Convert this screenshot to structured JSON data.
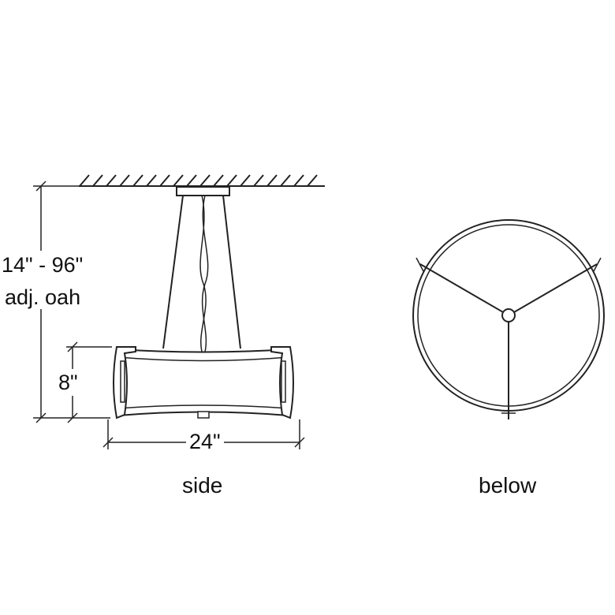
{
  "dimensions": {
    "overall_height_line1": "14\" - 96\"",
    "overall_height_line2": "adj. oah",
    "shade_height": "8\"",
    "width": "24\""
  },
  "views": {
    "side_label": "side",
    "below_label": "below"
  },
  "colors": {
    "line": "#222222",
    "background": "#ffffff"
  }
}
